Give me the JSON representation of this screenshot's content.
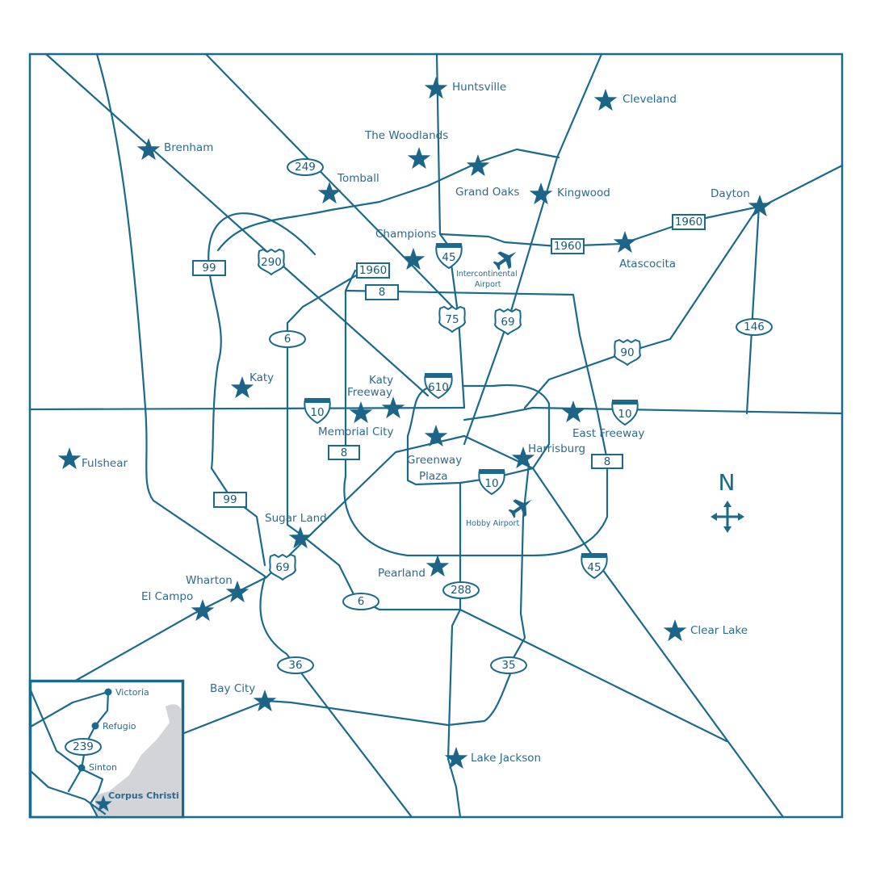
{
  "map": {
    "colors": {
      "road": "#1a6a8c",
      "text": "#2c6b8c",
      "star": "#1c6488",
      "coast": "#d2d4d7",
      "background": "#ffffff"
    },
    "compass": {
      "label": "N",
      "icon": "compass-arrows-icon"
    },
    "cities": [
      {
        "id": "huntsville",
        "label": "Huntsville"
      },
      {
        "id": "cleveland",
        "label": "Cleveland"
      },
      {
        "id": "brenham",
        "label": "Brenham"
      },
      {
        "id": "the-woodlands",
        "label": "The Woodlands"
      },
      {
        "id": "tomball",
        "label": "Tomball"
      },
      {
        "id": "grand-oaks",
        "label": "Grand Oaks"
      },
      {
        "id": "kingwood",
        "label": "Kingwood"
      },
      {
        "id": "dayton",
        "label": "Dayton"
      },
      {
        "id": "champions",
        "label": "Champions"
      },
      {
        "id": "atascocita",
        "label": "Atascocita"
      },
      {
        "id": "katy",
        "label": "Katy"
      },
      {
        "id": "katy-freeway-1",
        "label": "Katy"
      },
      {
        "id": "katy-freeway-2",
        "label": "Freeway"
      },
      {
        "id": "memorial-city",
        "label": "Memorial City"
      },
      {
        "id": "east-freeway",
        "label": "East Freeway"
      },
      {
        "id": "fulshear",
        "label": "Fulshear"
      },
      {
        "id": "greenway-1",
        "label": "Greenway"
      },
      {
        "id": "greenway-2",
        "label": "Plaza"
      },
      {
        "id": "harrisburg",
        "label": "Harrisburg"
      },
      {
        "id": "sugar-land",
        "label": "Sugar Land"
      },
      {
        "id": "wharton",
        "label": "Wharton"
      },
      {
        "id": "el-campo",
        "label": "El Campo"
      },
      {
        "id": "pearland",
        "label": "Pearland"
      },
      {
        "id": "clear-lake",
        "label": "Clear Lake"
      },
      {
        "id": "bay-city",
        "label": "Bay City"
      },
      {
        "id": "lake-jackson",
        "label": "Lake Jackson"
      }
    ],
    "airports": [
      {
        "id": "intercontinental",
        "line1": "Intercontinental",
        "line2": "Airport",
        "icon": "airplane-icon"
      },
      {
        "id": "hobby",
        "line1": "Hobby Airport",
        "icon": "airplane-icon"
      }
    ],
    "shields": {
      "interstate": [
        "45",
        "610",
        "10",
        "10",
        "10",
        "45"
      ],
      "us": [
        "290",
        "75",
        "69",
        "90",
        "69"
      ],
      "state_oval": [
        "249",
        "6",
        "146",
        "6",
        "288",
        "36",
        "35"
      ],
      "rect": [
        "99",
        "1960",
        "1960",
        "1960",
        "8",
        "8",
        "8",
        "99"
      ]
    },
    "inset": {
      "cities": [
        "Victoria",
        "Refugio",
        "Sinton"
      ],
      "highlight_city": "Corpus Christi",
      "shield": "239"
    }
  }
}
